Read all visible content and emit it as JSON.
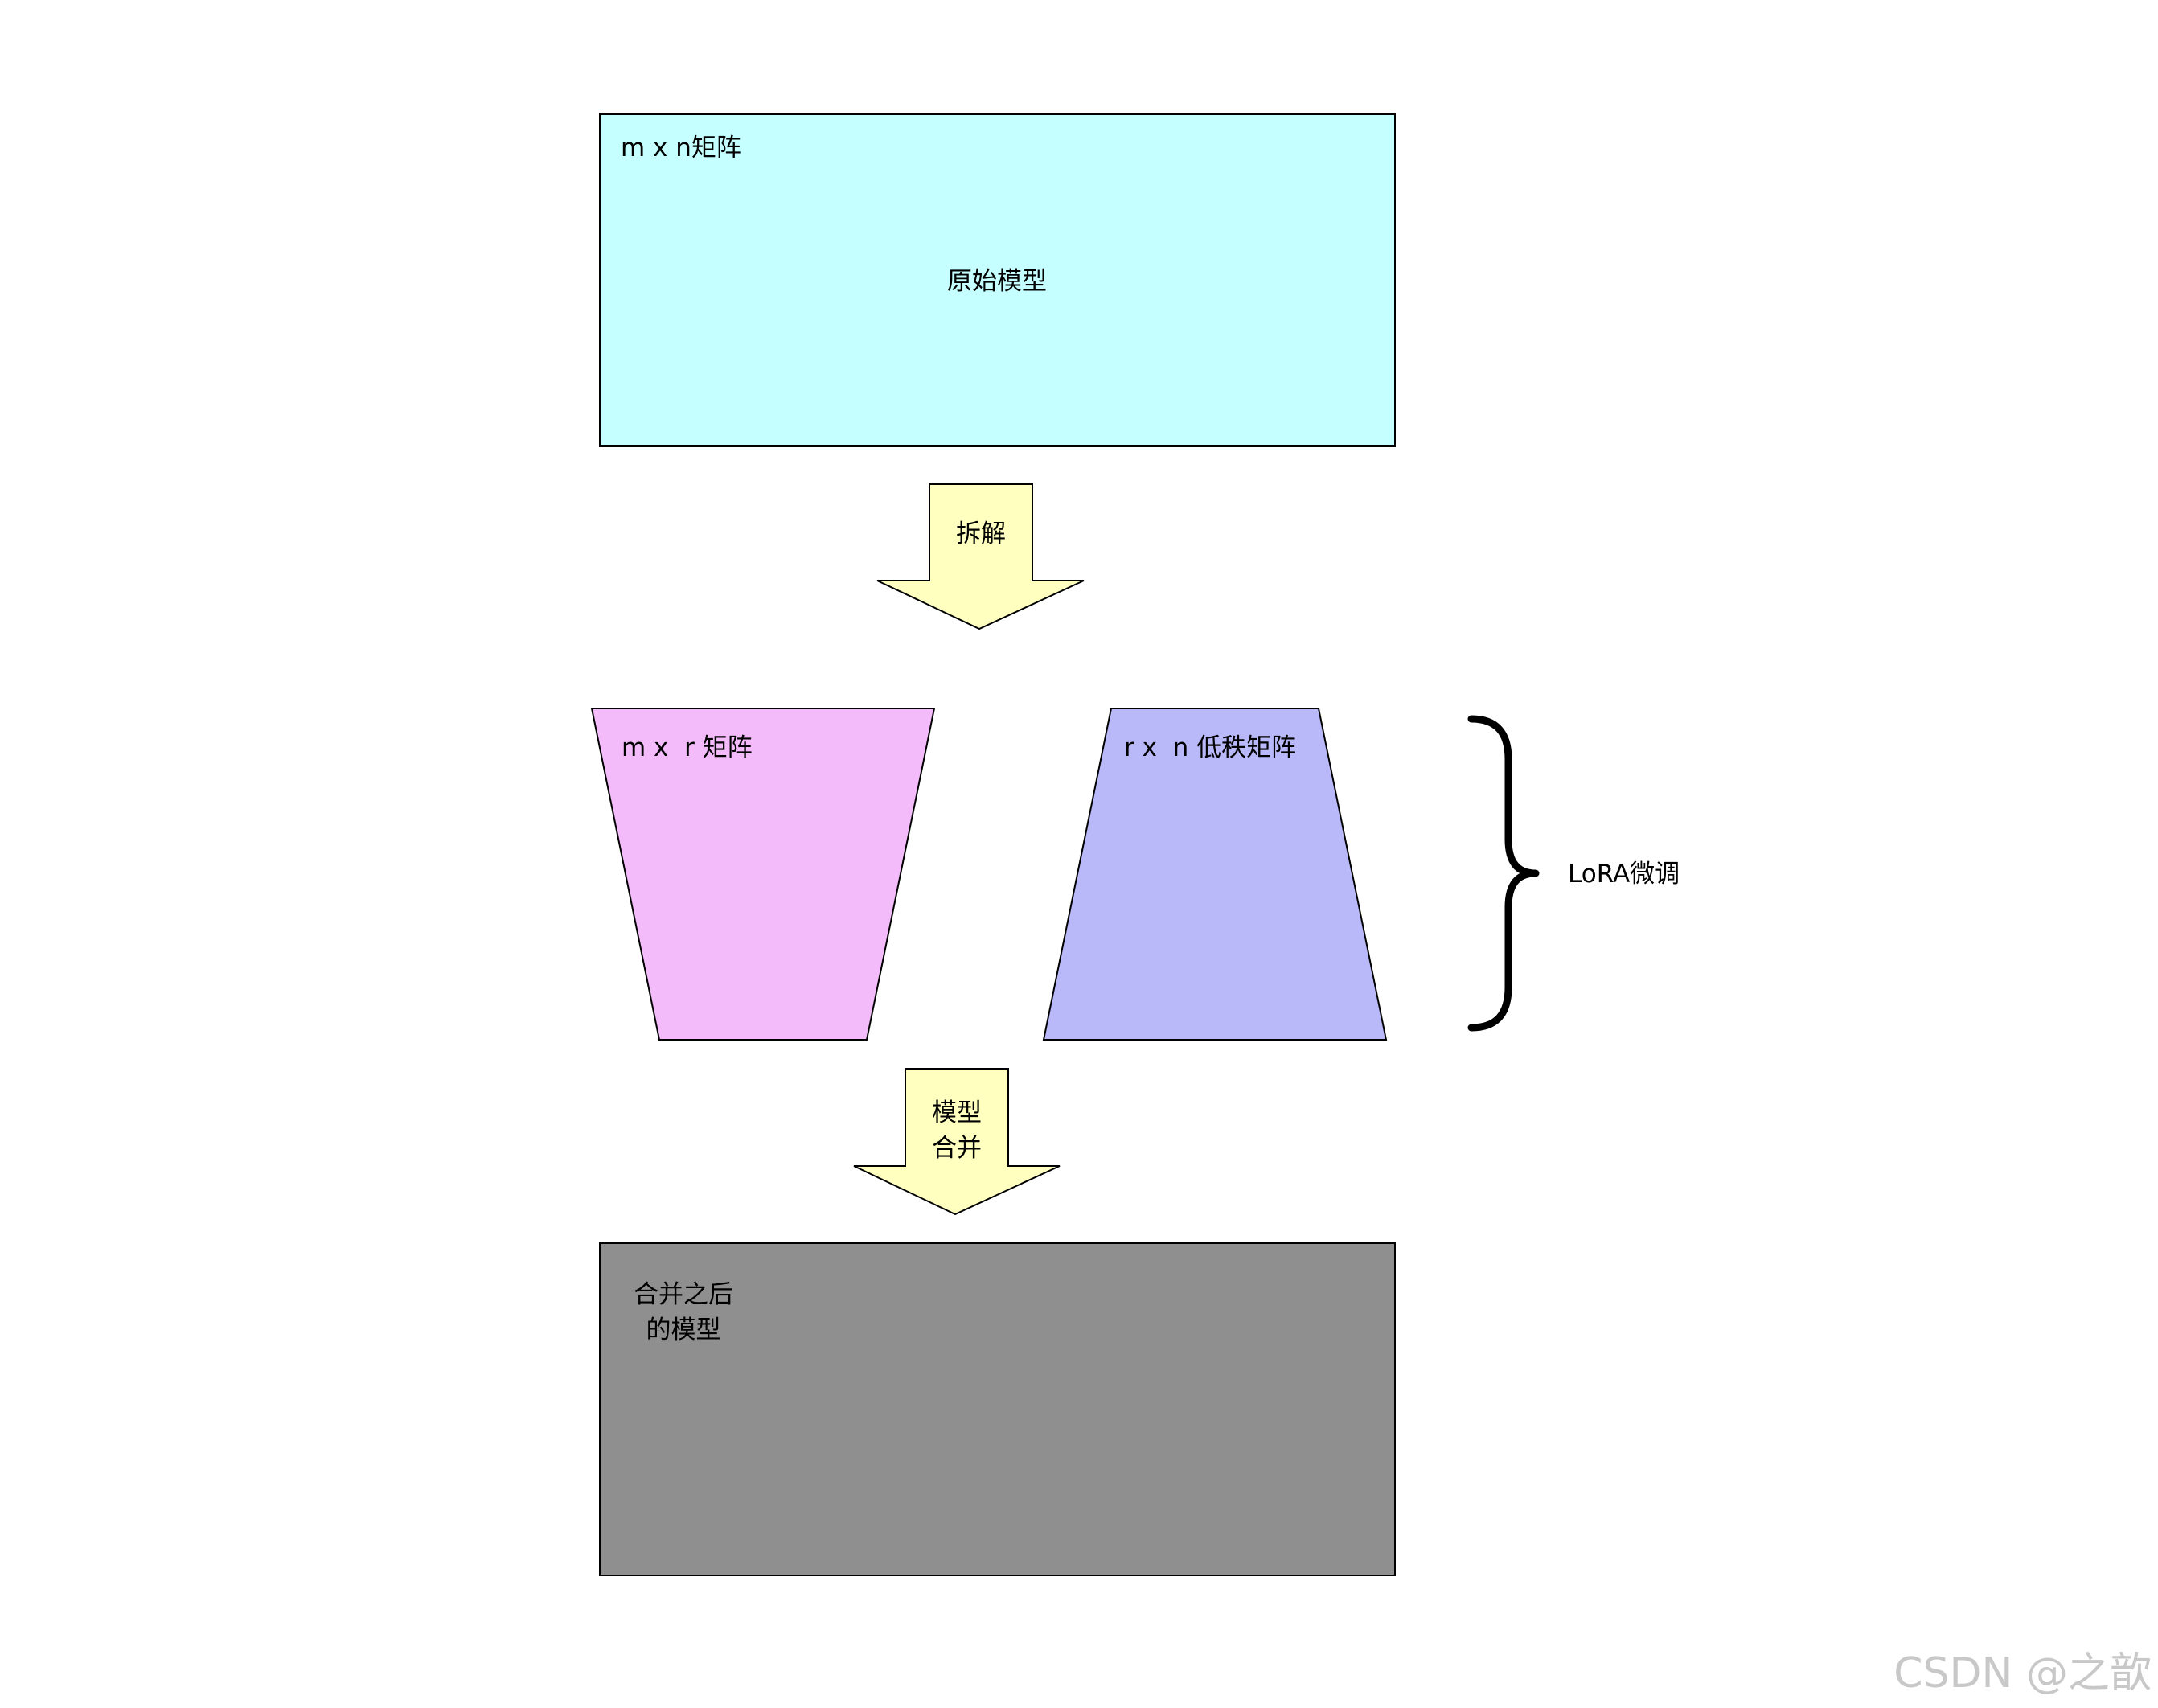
{
  "colors": {
    "original_model": "#c5ffff",
    "arrow": "#ffffc0",
    "matrix_a": "#f3bbf9",
    "matrix_b": "#b9b9f9",
    "merged_model": "#8f8f8f",
    "watermark": "#c8c8c8"
  },
  "original_model": {
    "corner_label": "m x n矩阵",
    "center_label": "原始模型"
  },
  "decompose_arrow": {
    "label": "拆解"
  },
  "matrix_a": {
    "label": "m x  r 矩阵"
  },
  "matrix_b": {
    "label": "r x  n 低秩矩阵"
  },
  "lora_brace": {
    "label": "LoRA微调"
  },
  "merge_arrow": {
    "line1": "模型",
    "line2": "合并"
  },
  "merged_model": {
    "line1": "合并之后",
    "line2": "的模型"
  },
  "watermark": "CSDN @之歆"
}
